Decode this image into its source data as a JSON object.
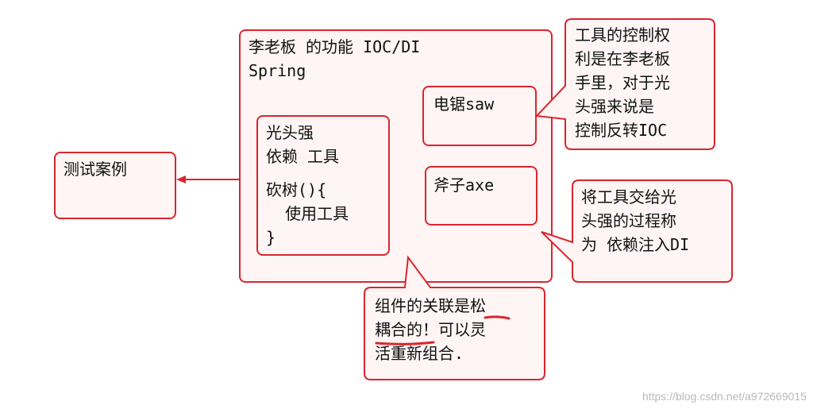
{
  "diagram": {
    "main_box": {
      "line1": "李老板 的功能 IOC/DI",
      "line2": "Spring"
    },
    "worker_box": {
      "line1": "光头强",
      "line2": "依赖 工具",
      "line3": "砍树(){",
      "line4": "  使用工具",
      "line5": "}"
    },
    "saw_box": "电锯saw",
    "axe_box": "斧子axe",
    "test_box": "测试案例",
    "callout_control": {
      "line1": "工具的控制权",
      "line2": "利是在李老板",
      "line3": "手里，对于光",
      "line4": "头强来说是",
      "line5": "控制反转IOC"
    },
    "callout_inject": {
      "line1": "将工具交给光",
      "line2": "头强的过程称",
      "line3": "为 依赖注入DI"
    },
    "callout_coupling": {
      "line1": "组件的关联是松",
      "line2": "耦合的！可以灵",
      "line3": "活重新组合."
    },
    "watermark": "https://blog.csdn.net/a972669015",
    "colors": {
      "border": "#d9262e",
      "fill": "#fff5f5",
      "arrow": "#d9262e",
      "text": "#111111"
    }
  }
}
